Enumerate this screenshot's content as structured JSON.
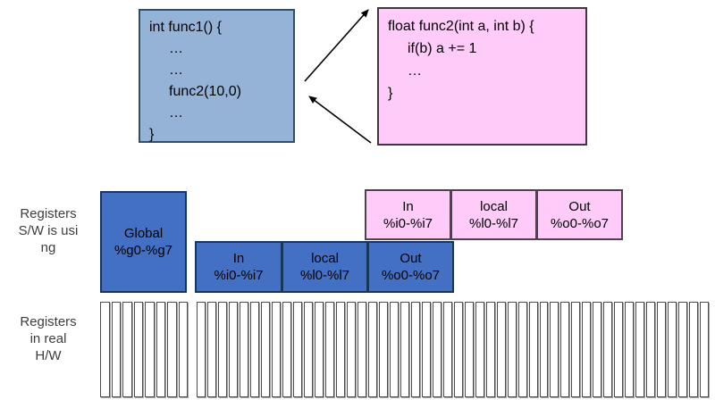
{
  "colors": {
    "func1_fill": "#95b3d7",
    "func1_border": "#2e4d6f",
    "func2_fill": "#ffccfa",
    "func2_border": "#3a3a3a",
    "dark_blue_fill": "#4470c4",
    "dark_blue_border": "#17365d",
    "pink_fill": "#ffccfa",
    "pink_border": "#474747",
    "cell_border": "#4d4d4d",
    "label_color": "#3d3d3d",
    "code_text": "#000000",
    "arrow_color": "#000000"
  },
  "code_boxes": {
    "func1": {
      "lines": [
        "int func1() {",
        "…",
        "…",
        "func2(10,0)",
        "…",
        "}"
      ]
    },
    "func2": {
      "lines": [
        "float func2(int a, int b) {",
        "if(b) a += 1",
        "…",
        "}"
      ]
    }
  },
  "labels": {
    "sw_registers": "Registers\nS/W is usi\nng",
    "hw_registers": "Registers\nin real\nH/W"
  },
  "register_windows": {
    "global": {
      "name": "Global",
      "range": "%g0-%g7"
    },
    "func1_window": [
      {
        "name": "In",
        "range": "%i0-%i7"
      },
      {
        "name": "local",
        "range": "%l0-%l7"
      },
      {
        "name": "Out",
        "range": "%o0-%o7"
      }
    ],
    "func2_window": [
      {
        "name": "In",
        "range": "%i0-%i7"
      },
      {
        "name": "local",
        "range": "%l0-%l7"
      },
      {
        "name": "Out",
        "range": "%o0-%o7"
      }
    ]
  },
  "hw_cells": {
    "global_count": 8,
    "window_count": 48
  }
}
